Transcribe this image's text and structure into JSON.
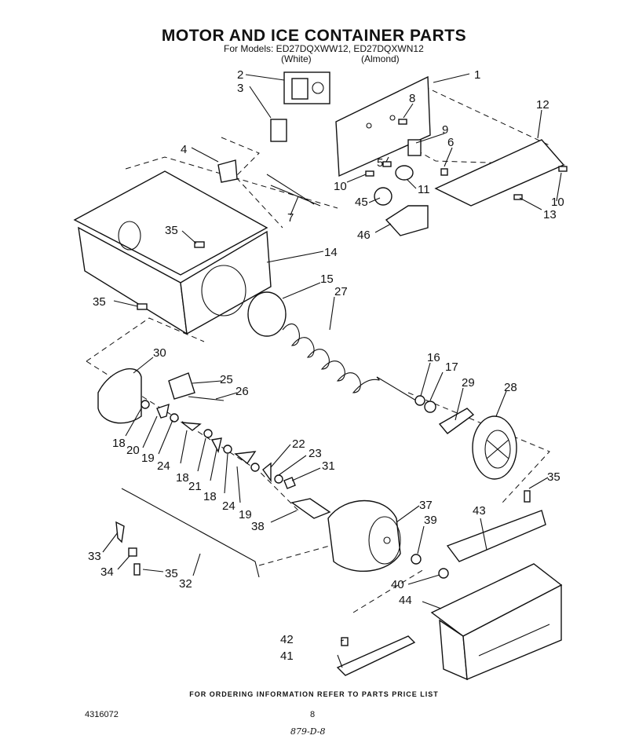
{
  "header": {
    "title": "MOTOR AND ICE CONTAINER PARTS",
    "models_line": "For Models: ED27DQXWW12, ED27DQXWN12",
    "variant_white": "(White)",
    "variant_almond": "(Almond)"
  },
  "footer": {
    "ordering_note": "FOR ORDERING INFORMATION REFER TO PARTS PRICE LIST",
    "doc_number": "4316072",
    "page_number": "8",
    "handwritten_note": "879-D-8"
  },
  "callouts": [
    "1",
    "2",
    "3",
    "4",
    "5",
    "6",
    "7",
    "8",
    "9",
    "10",
    "10",
    "11",
    "12",
    "13",
    "14",
    "15",
    "16",
    "17",
    "18",
    "18",
    "18",
    "19",
    "19",
    "20",
    "21",
    "22",
    "23",
    "24",
    "24",
    "25",
    "26",
    "27",
    "28",
    "29",
    "30",
    "31",
    "32",
    "33",
    "34",
    "35",
    "35",
    "35",
    "35",
    "37",
    "38",
    "39",
    "40",
    "41",
    "42",
    "43",
    "44",
    "45",
    "46"
  ]
}
